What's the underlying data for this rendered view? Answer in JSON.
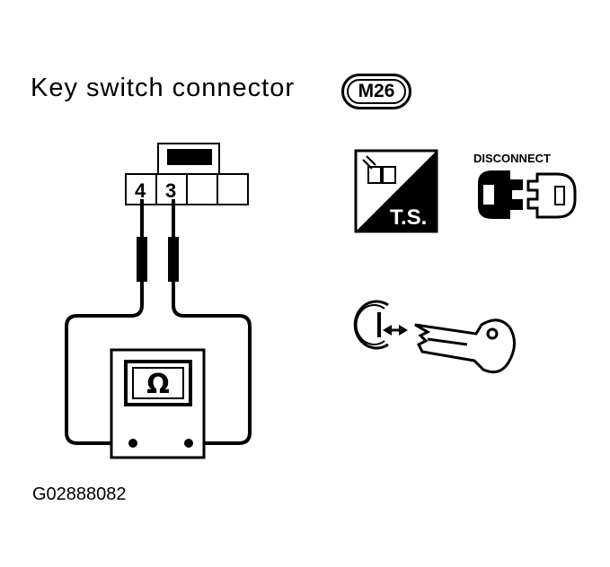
{
  "title": "Key switch connector",
  "connector_id": "M26",
  "connector_pins": [
    "4",
    "3"
  ],
  "meter_symbol": "Ω",
  "ts_label": "T.S.",
  "disconnect_label": "DISCONNECT",
  "figure_code": "G02888082",
  "icons": [
    "ts-icon",
    "disconnect-icon",
    "key-removed-icon",
    "ohmmeter-icon"
  ]
}
